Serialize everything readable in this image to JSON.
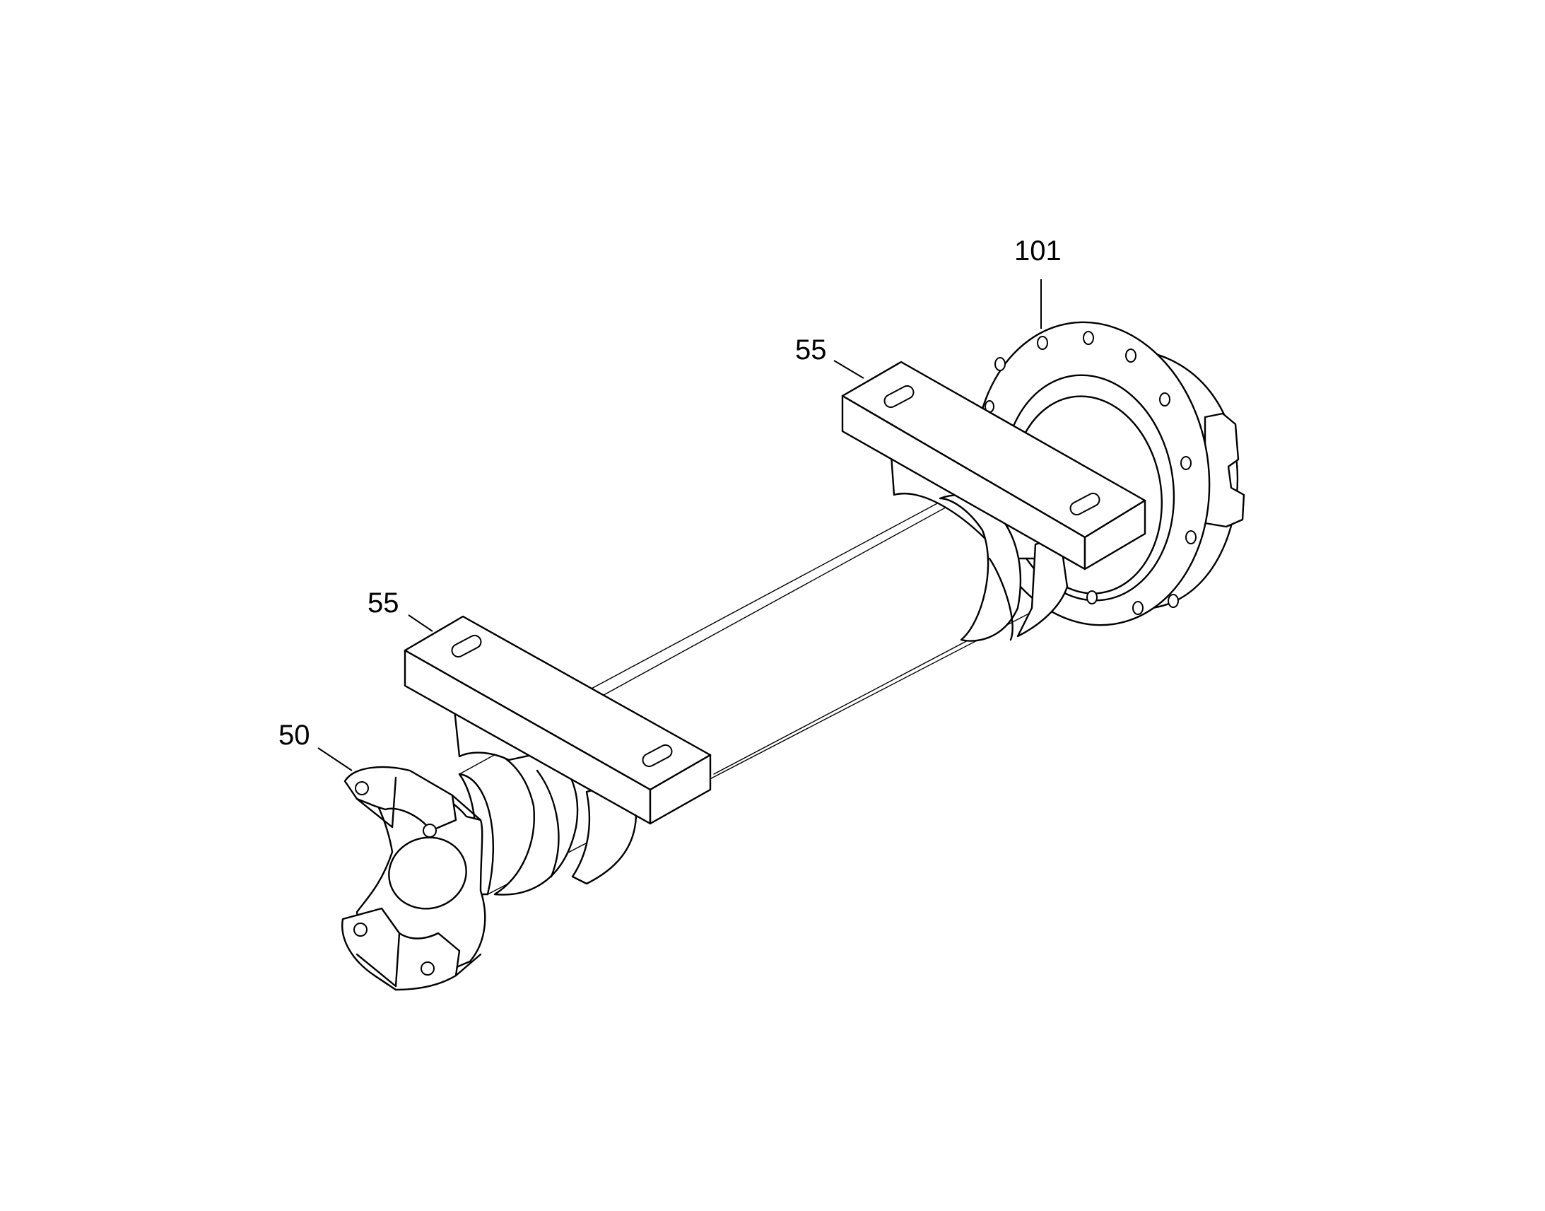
{
  "callouts": [
    {
      "id": "hub",
      "label": "101"
    },
    {
      "id": "bracket_rear",
      "label": "55"
    },
    {
      "id": "bracket_front",
      "label": "55"
    },
    {
      "id": "yoke",
      "label": "50"
    }
  ]
}
